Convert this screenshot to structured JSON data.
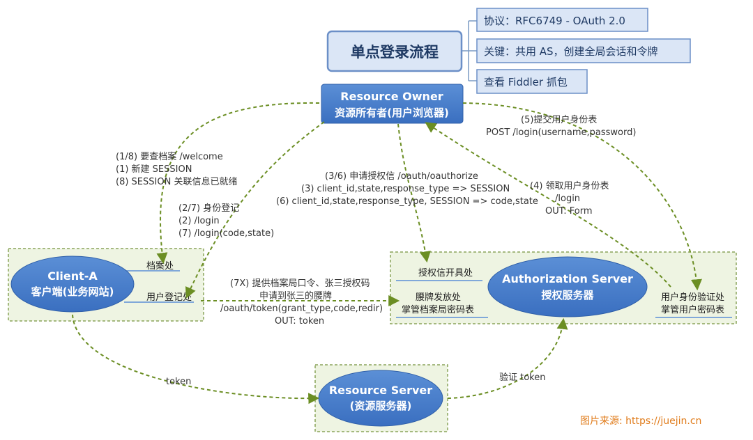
{
  "title": "单点登录流程",
  "notes": [
    "协议：RFC6749 - OAuth 2.0",
    "关键：共用 AS，创建全局会话和令牌",
    "查看 Fiddler 抓包"
  ],
  "resource_owner": {
    "line1": "Resource Owner",
    "line2": "资源所有者(用户浏览器)"
  },
  "client_a": {
    "line1": "Client-A",
    "line2": "客户端(业务网站)",
    "items": [
      "档案处",
      "用户登记处"
    ]
  },
  "auth_server": {
    "line1": "Authorization Server",
    "line2": "授权服务器",
    "left_items": [
      "授权信开具处",
      "腰牌发放处",
      "掌管档案局密码表"
    ],
    "right_items": [
      "用户身份验证处",
      "掌管用户密码表"
    ]
  },
  "resource_server": {
    "line1": "Resource Server",
    "line2": "(资源服务器)"
  },
  "edges": {
    "welcome": [
      "(1/8) 要查档案 /welcome",
      "(1) 新建 SESSION",
      "(8) SESSION 关联信息已就绪"
    ],
    "login": [
      "(2/7) 身份登记",
      "(2) /login",
      "(7) /login(code,state)"
    ],
    "authorize": [
      "(3/6) 申请授权信 /oauth/oauthorize",
      "(3) client_id,state,response_type => SESSION",
      "(6) client_id,state,response_type, SESSION => code,state"
    ],
    "submit": [
      "(5)提交用户身份表",
      "POST /login(username,password)"
    ],
    "form": [
      "(4) 领取用户身份表",
      "/login",
      "OUT: Form"
    ],
    "token_req": [
      "(7X) 提供档案局口令、张三授权码",
      "申请到张三的腰牌",
      "/oauth/token(grant_type,code,redir)",
      "OUT: token"
    ],
    "token": "token",
    "verify": "验证 token"
  },
  "watermark": "图片来源: https://juejin.cn"
}
